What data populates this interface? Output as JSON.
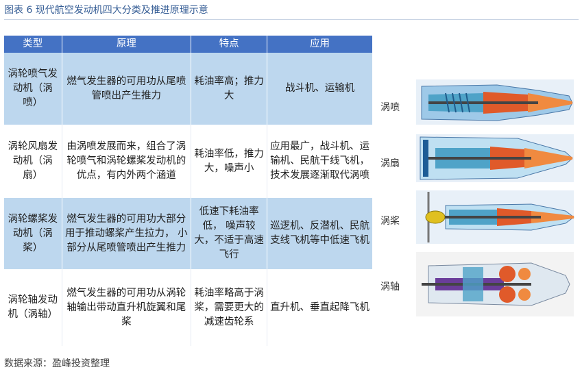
{
  "figure_title": "图表 6 现代航空发动机四大分类及推进原理示意",
  "table": {
    "headers": [
      "类型",
      "原理",
      "特点",
      "应用"
    ],
    "rows": [
      [
        "涡轮喷气发动机（涡喷）",
        "燃气发生器的可用功从尾喷管喷出产生推力",
        "耗油率高；推力大",
        "战斗机、运输机"
      ],
      [
        "涡轮风扇发动机（涡扇）",
        "由涡喷发展而来，组合了涡轮喷气和涡轮螺桨发动机的优点，有内外两个涵道",
        "耗油率低，推力大，噪声小",
        "应用最广，战斗机、运输机、民航干线飞机，技术发展逐渐取代涡喷"
      ],
      [
        "涡轮螺桨发动机（涡桨）",
        "燃气发生器的可用功大部分用于推动螺桨产生拉力， 小部分从尾喷管喷出产生推力",
        "低速下耗油率低， 噪声较大，不适于高速飞行",
        "巡逻机、反潜机、民航支线飞机等中低速飞机"
      ],
      [
        "涡轮轴发动机（涡轴）",
        "燃气发生器的可用功从涡轮轴输出带动直升机旋翼和尾桨",
        "耗油率略高于涡桨，需要更大的减速齿轮系",
        "直升机、垂直起降飞机"
      ]
    ]
  },
  "diagram": {
    "labels": [
      "涡喷",
      "涡扇",
      "涡桨",
      "涡轴"
    ]
  },
  "source": "数据来源：盈峰投资整理"
}
